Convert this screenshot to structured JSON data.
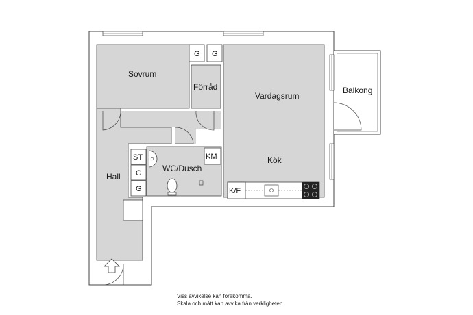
{
  "rooms": {
    "sovrum": "Sovrum",
    "forrad": "Förråd",
    "vardagsrum": "Vardagsrum",
    "balkong": "Balkong",
    "hall": "Hall",
    "wc_dusch": "WC/Dusch",
    "kok": "Kök"
  },
  "fixtures": {
    "g1": "G",
    "g2": "G",
    "st": "ST",
    "g3": "G",
    "g4": "G",
    "km": "KM",
    "kf": "K/F"
  },
  "disclaimer": {
    "line1": "Viss avvikelse kan förekomma.",
    "line2": "Skala och mått kan avvika från verkligheten."
  },
  "colors": {
    "floor": "#d6d6d6",
    "wall": "#ffffff",
    "line": "#444444"
  }
}
